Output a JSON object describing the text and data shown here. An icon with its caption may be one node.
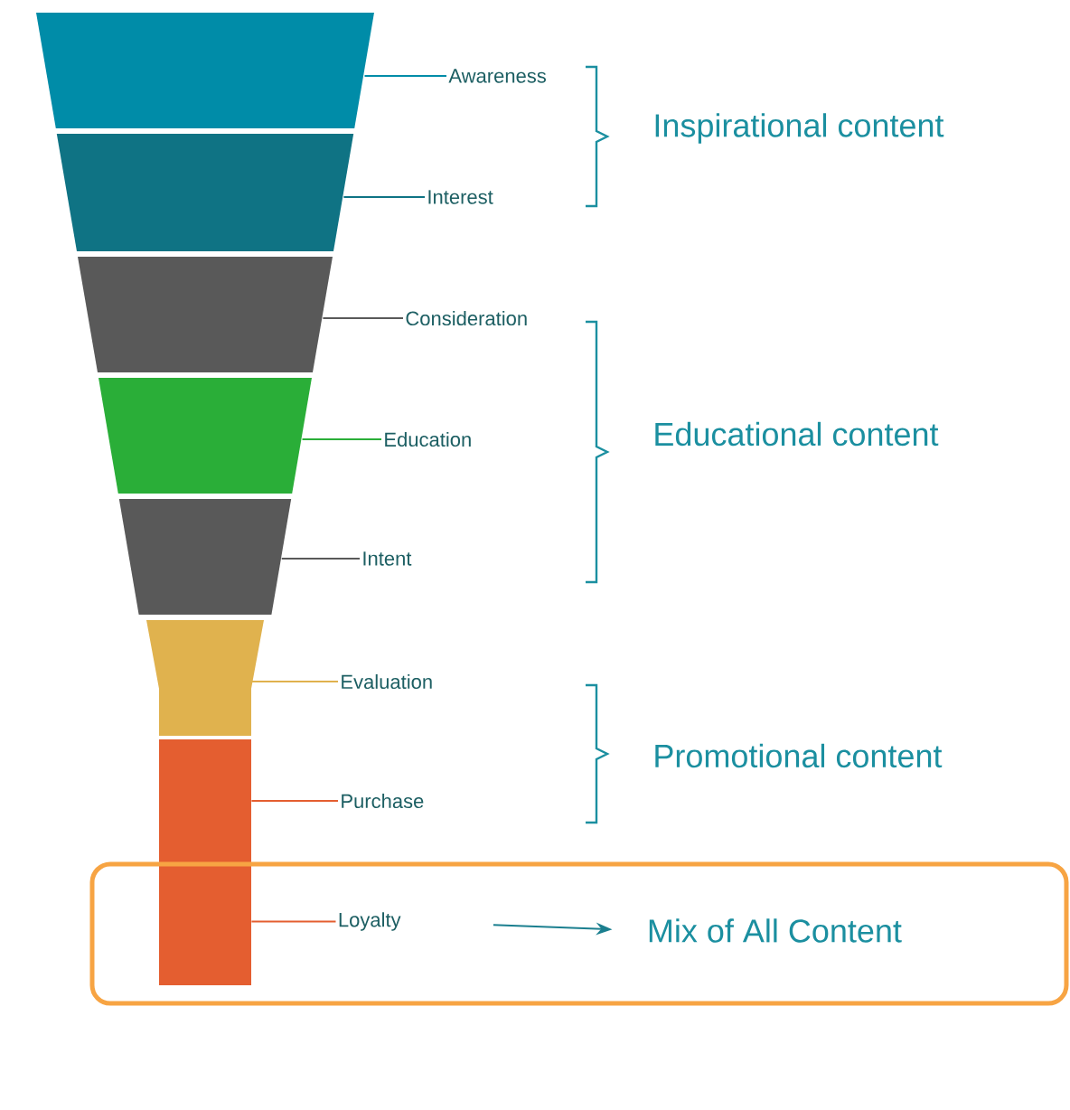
{
  "diagram": {
    "nodes": [
      {
        "text": [],
        "shape": "trapezoid"
      },
      {
        "text": [],
        "shape": "trapezoid"
      },
      {
        "text": [],
        "shape": "trapezoid"
      },
      {
        "text": [],
        "shape": "trapezoid"
      },
      {
        "text": [],
        "shape": "trapezoid"
      },
      {
        "text": [],
        "shape": "trapezoid"
      },
      {
        "text": [],
        "shape": "box"
      },
      {
        "text": [],
        "shape": "box"
      },
      {
        "text": [
          "Awareness"
        ]
      },
      {
        "text": [
          "Interest"
        ]
      },
      {
        "text": [
          "Consideration"
        ]
      },
      {
        "text": [
          "Education"
        ]
      },
      {
        "text": [
          "Intent"
        ]
      },
      {
        "text": [
          "Evaluation"
        ]
      },
      {
        "text": [
          "Purchase"
        ]
      },
      {
        "text": [
          "Loyalty"
        ],
        "in": 7
      },
      {
        "text": [
          "Mix of All Content"
        ],
        "in": 7
      }
    ],
    "edges": [
      {
        "from": 8,
        "to": 0,
        "arrow": "none",
        "color": "#008ca8"
      },
      {
        "from": 9,
        "to": 1,
        "arrow": "none",
        "color": "#0f7384"
      },
      {
        "from": 10,
        "to": 2,
        "arrow": "none",
        "color": "#595959"
      },
      {
        "from": 11,
        "to": 3,
        "arrow": "none",
        "color": "#2aae38"
      },
      {
        "from": 12,
        "to": 4,
        "arrow": "none",
        "color": "#595959"
      },
      {
        "from": 13,
        "to": 5,
        "arrow": "none",
        "color": "#e0b24e"
      },
      {
        "from": 14,
        "to": 6,
        "arrow": "none",
        "color": "#e45e30"
      },
      {
        "from": 15,
        "to": 6,
        "arrow": "none",
        "color": "#e45e30"
      },
      {
        "from": 15,
        "to": 16,
        "arrow": "to",
        "color": "#1b7f8f"
      }
    ],
    "labels": [
      "Inspirational content",
      "Educational content",
      "Promotional content"
    ]
  }
}
